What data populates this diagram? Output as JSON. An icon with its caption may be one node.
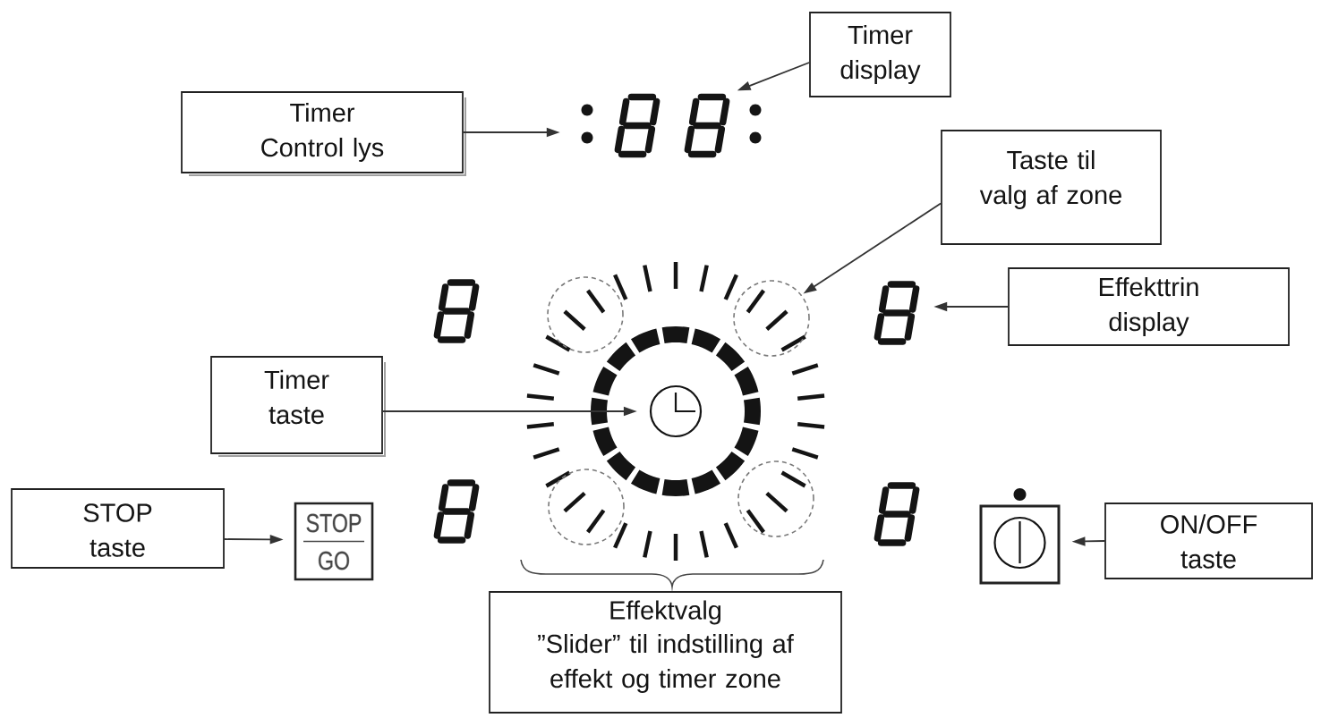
{
  "diagram": {
    "nodes": [
      {
        "text": [
          "Timer display"
        ]
      },
      {
        "text": [
          "Timer Control lys"
        ]
      },
      {
        "text": [],
        "shape": "picture"
      },
      {
        "text": [],
        "shape": "picture"
      },
      {
        "text": [
          "Taste til valg af zone"
        ]
      },
      {
        "text": [],
        "shape": "circle"
      },
      {
        "text": [],
        "shape": "circle"
      },
      {
        "text": [],
        "shape": "picture"
      },
      {
        "text": [
          "Effekttrin display"
        ]
      },
      {
        "text": [
          "Timer taste"
        ]
      },
      {
        "text": [],
        "shape": "picture"
      },
      {
        "text": [],
        "shape": "circle"
      },
      {
        "text": [],
        "shape": "circle"
      },
      {
        "text": [
          "STOP taste"
        ]
      },
      {
        "text": [
          "STOP",
          "GO"
        ]
      },
      {
        "text": [],
        "shape": "box"
      },
      {
        "text": [
          "ON/OFF taste"
        ]
      },
      {
        "text": [
          "Effektvalg",
          "”Slider” til indstilling af effekt og timer zone"
        ]
      }
    ],
    "edges": [
      {
        "from": 0,
        "to": 3,
        "arrow": "to"
      },
      {
        "from": 1,
        "to": 2,
        "arrow": "to"
      },
      {
        "from": 4,
        "to": 6,
        "arrow": "to"
      },
      {
        "from": 8,
        "to": 7,
        "arrow": "to"
      },
      {
        "from": 9,
        "to": 10,
        "arrow": "to"
      },
      {
        "from": 13,
        "to": 14,
        "arrow": "to"
      },
      {
        "from": 16,
        "to": 15,
        "arrow": "to"
      }
    ]
  }
}
